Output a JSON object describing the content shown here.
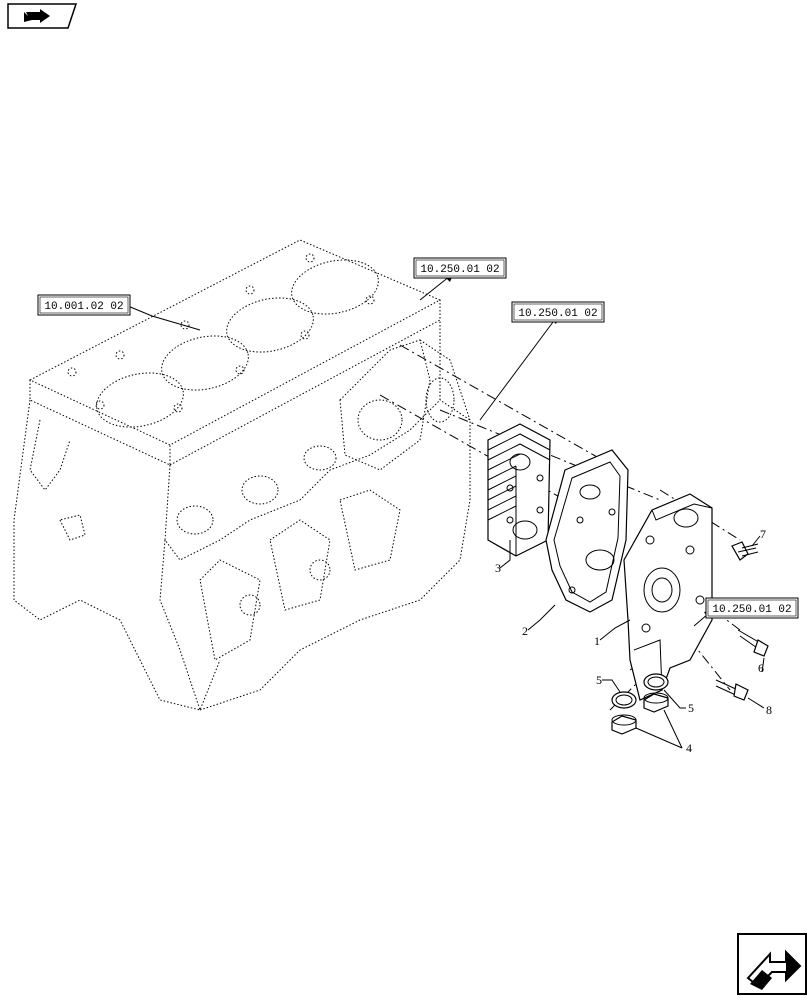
{
  "references": {
    "engine_block": "10.001.02 02",
    "ref_top": "10.250.01 02",
    "ref_mid": "10.250.01 02",
    "ref_right": "10.250.01 02"
  },
  "callouts": {
    "p1": "1",
    "p2": "2",
    "p3": "3",
    "p4": "4",
    "p5_left": "5",
    "p5_right": "5",
    "p6": "6",
    "p7": "7",
    "p8": "8"
  },
  "icons": {
    "top_left": "book-navigation-icon",
    "bottom_right": "next-page-arrow-icon"
  }
}
